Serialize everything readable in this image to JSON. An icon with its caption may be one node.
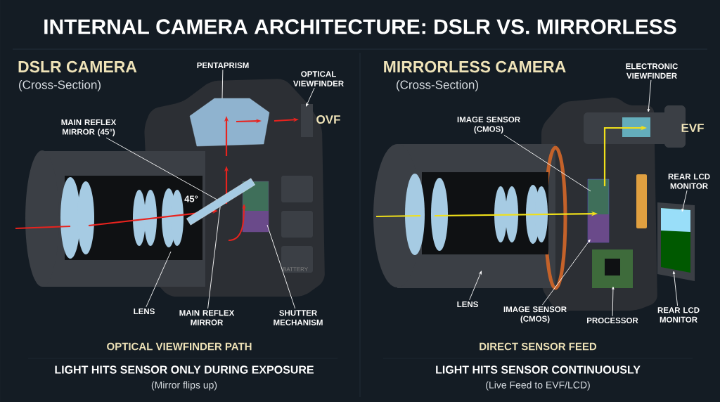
{
  "diagram": {
    "title": "INTERNAL CAMERA ARCHITECTURE: DSLR VS. MIRRORLESS",
    "nodes": [
      {
        "text": [
          "PENTAPRISM"
        ]
      },
      {
        "text": [
          "OPTICAL VIEWFINDER"
        ]
      },
      {
        "text": [
          "MAIN REFLEX MIRROR (45°)"
        ]
      },
      {
        "text": [
          "LENS"
        ]
      },
      {
        "text": [
          "MAIN REFLEX MIRROR"
        ]
      },
      {
        "text": [
          "SHUTTER MECHANISM"
        ]
      },
      {
        "text": [
          "IMAGE SENSOR (CMOS)"
        ]
      },
      {
        "text": [
          "ELECTRONIC VIEWFINDER"
        ]
      },
      {
        "text": [
          "REAR LCD MONITOR"
        ]
      },
      {
        "text": [
          "LENS"
        ]
      },
      {
        "text": [
          "IMAGE SENSOR (CMOS)"
        ]
      },
      {
        "text": [
          "PROCESSOR"
        ]
      },
      {
        "text": [
          "REAR LCD MONITOR"
        ]
      },
      {
        "text": [],
        "shape": "box"
      }
    ],
    "edges": [
      {
        "from": 0,
        "to": null,
        "arrow": "none"
      },
      {
        "from": 1,
        "to": null,
        "arrow": "to"
      },
      {
        "from": 2,
        "to": 13,
        "arrow": "none"
      },
      {
        "from": 3,
        "to": null,
        "arrow": "none"
      },
      {
        "from": 4,
        "to": 13,
        "arrow": "none"
      },
      {
        "from": 5,
        "to": null,
        "arrow": "none"
      },
      {
        "from": 6,
        "to": null,
        "arrow": "none"
      },
      {
        "from": 7,
        "to": null,
        "arrow": "to"
      },
      {
        "from": 8,
        "to": null,
        "arrow": "to"
      },
      {
        "from": 9,
        "to": null,
        "arrow": "to"
      },
      {
        "from": 10,
        "to": null,
        "arrow": "to"
      },
      {
        "from": 11,
        "to": null,
        "arrow": "to"
      },
      {
        "from": 12,
        "to": null,
        "arrow": "to"
      }
    ],
    "labels": [
      "DSLR CAMERA",
      "(Cross-Section)",
      "MIRRORLESS CAMERA",
      "(Cross-Section)",
      "45°",
      "OVF",
      "BATTERY",
      "EVF",
      "OPTICAL VIEWFINDER PATH",
      "LIGHT HITS SENSOR ONLY DURING EXPOSURE",
      "(Mirror flips up)",
      "DIRECT SENSOR FEED",
      "LIGHT HITS SENSOR CONTINUOUSLY",
      "(Live Feed to EVF/LCD)"
    ]
  }
}
